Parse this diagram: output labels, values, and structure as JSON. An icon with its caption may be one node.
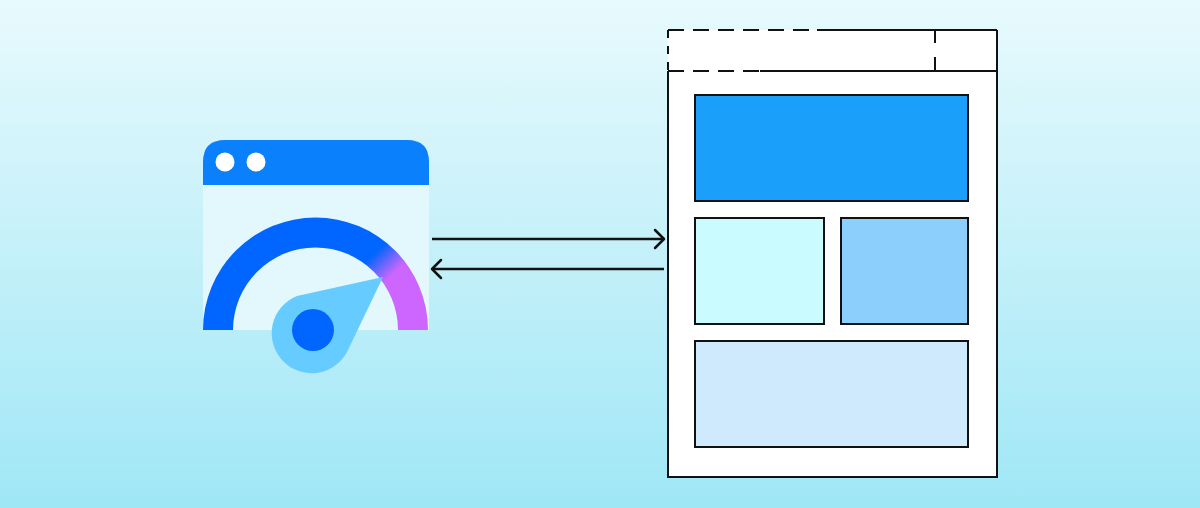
{
  "diagram": {
    "nodes": [
      {
        "text": [],
        "shape": "picture"
      },
      {
        "text": [],
        "shape": "picture"
      }
    ],
    "edges": [
      {
        "from": 0,
        "to": 1,
        "arrow": "to"
      },
      {
        "from": 1,
        "to": 0,
        "arrow": "to"
      }
    ]
  }
}
